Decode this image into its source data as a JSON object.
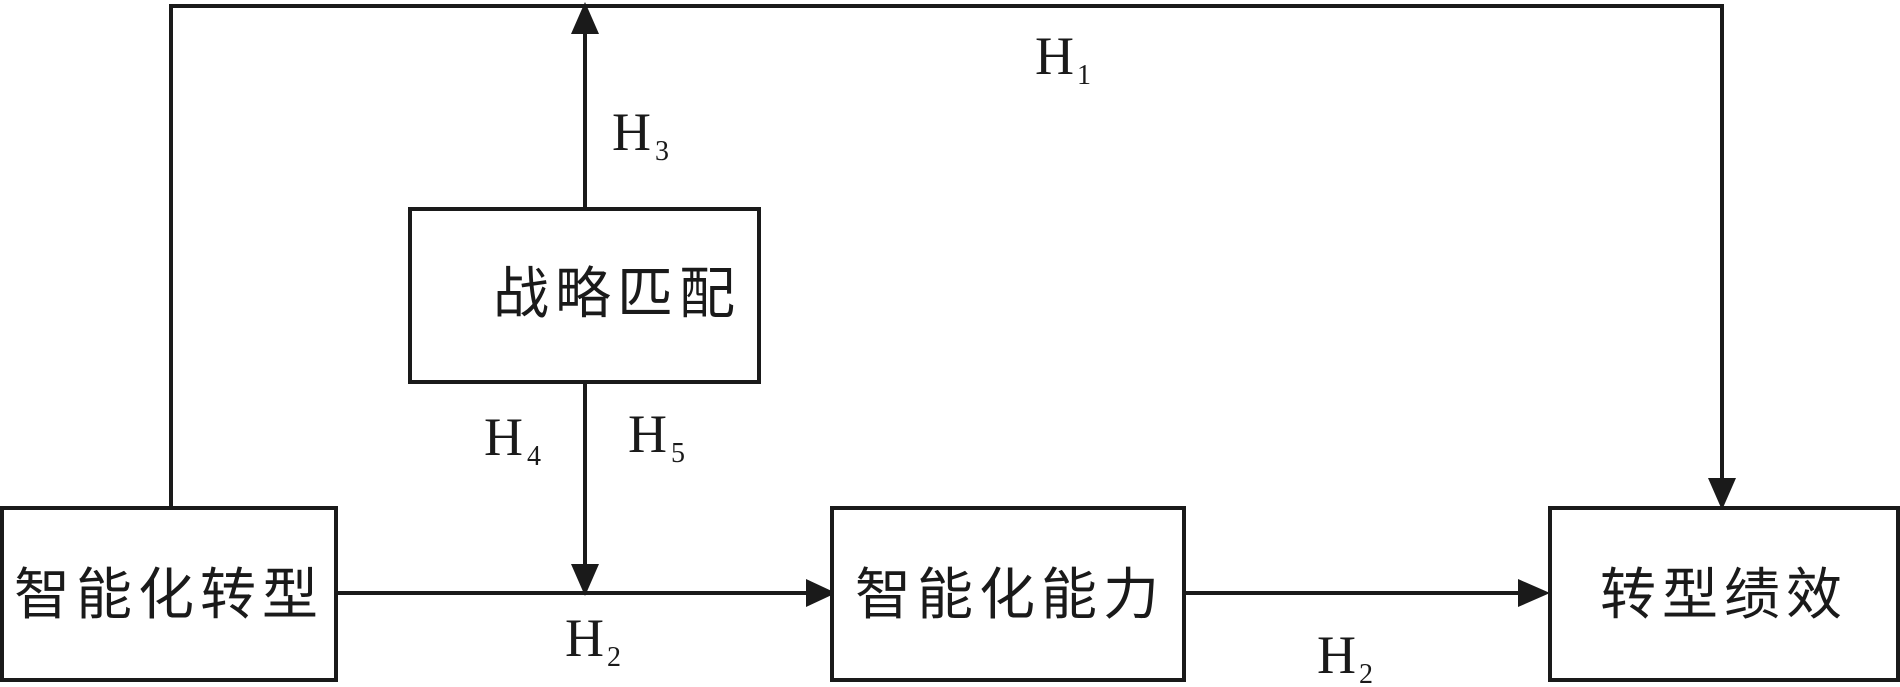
{
  "nodes": {
    "intelligent_transformation": {
      "label": "智能化转型"
    },
    "strategic_match": {
      "label": "战略匹配"
    },
    "intelligent_capability": {
      "label": "智能化能力"
    },
    "transformation_performance": {
      "label": "转型绩效"
    }
  },
  "hypotheses": {
    "h1": {
      "main": "H",
      "sub": "1"
    },
    "h2_left": {
      "main": "H",
      "sub": "2"
    },
    "h2_right": {
      "main": "H",
      "sub": "2"
    },
    "h3": {
      "main": "H",
      "sub": "3"
    },
    "h4": {
      "main": "H",
      "sub": "4"
    },
    "h5": {
      "main": "H",
      "sub": "5"
    }
  },
  "colors": {
    "stroke": "#1a1a1a",
    "background": "#ffffff"
  }
}
